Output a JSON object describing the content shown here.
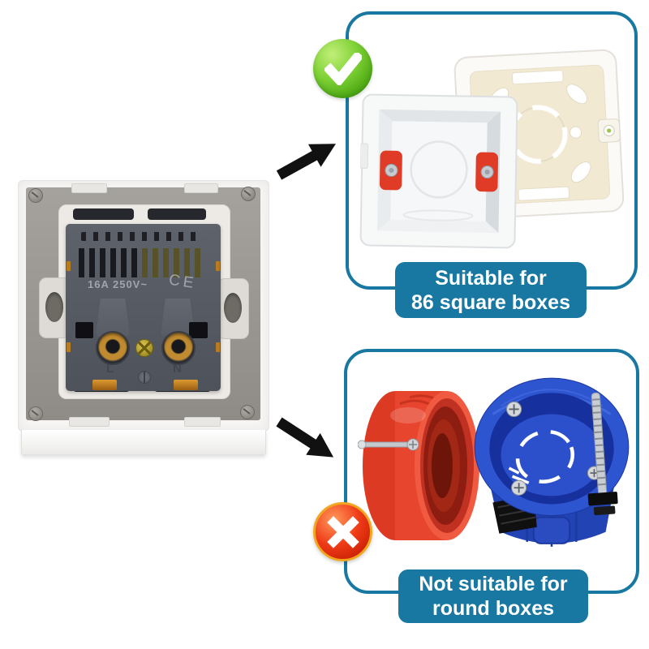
{
  "colors": {
    "accent_teal": "#1878a2",
    "check_green": "#5cb31d",
    "cross_red": "#e02c12",
    "cross_rim_orange": "#f2a51e",
    "square_box_white": "#f7f6f3",
    "square_box_cream": "#f1e9d2",
    "round_box_red": "#e6402c",
    "round_box_blue": "#2b50c8",
    "arrow_black": "#111111"
  },
  "socket": {
    "rating": "16A 250V~",
    "ce_mark": "CE",
    "terminal_l": "L",
    "terminal_n": "N"
  },
  "suitable_panel": {
    "badge_icon": "check-icon",
    "label_line1": "Suitable for",
    "label_line2": "86 square boxes"
  },
  "unsuitable_panel": {
    "badge_icon": "x-icon",
    "label_line1": "Not suitable for",
    "label_line2": "round boxes"
  }
}
